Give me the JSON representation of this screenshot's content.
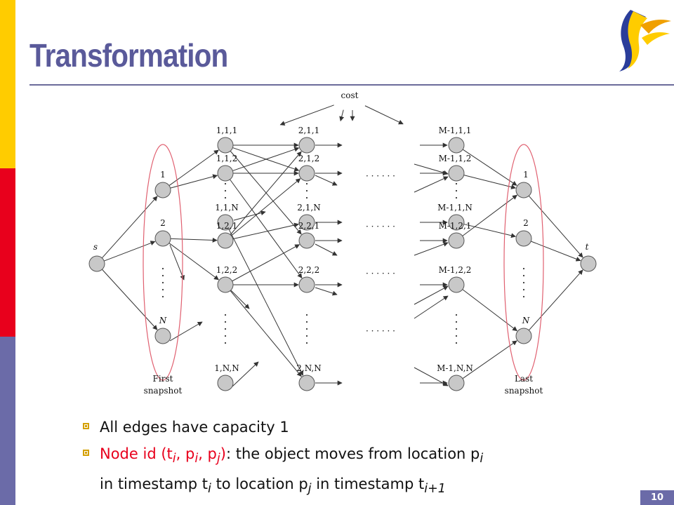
{
  "slide": {
    "title": "Transformation",
    "page_number": "10",
    "colors": {
      "yellow": "#ffcc00",
      "red": "#e8001c",
      "blue": "#6b6ba8",
      "title": "#5a5a9a"
    }
  },
  "diagram": {
    "cost": "cost",
    "source": "s",
    "sink": "t",
    "first_snapshot": [
      "First",
      "snapshot"
    ],
    "last_snapshot": [
      "Last",
      "snapshot"
    ],
    "first_nodes": [
      "1",
      "2",
      "N"
    ],
    "col1": [
      "1,1,1",
      "1,1,2",
      "1,1,N",
      "1,2,1",
      "1,2,2",
      "1,N,N"
    ],
    "col2": [
      "2,1,1",
      "2,1,2",
      "2,1,N",
      "2,2,1",
      "2,2,2",
      "2,N,N"
    ],
    "col3": [
      "M-1,1,1",
      "M-1,1,2",
      "M-1,1,N",
      "M-1,2,1",
      "M-1,2,2",
      "M-1,N,N"
    ],
    "last_nodes": [
      "1",
      "2",
      "N"
    ],
    "ellipsis": "· · · · · ·"
  },
  "bullets": {
    "b1": "All edges have capacity 1",
    "b2_red": "Node id (t",
    "b2_red_ti": "i",
    "b2_red_comma1": ", p",
    "b2_red_pi": "i",
    "b2_red_comma2": ", p",
    "b2_red_pj": "j",
    "b2_red_close": ")",
    "b2_black": ": the object moves from location p",
    "b2_black_sub": "i",
    "b3_a": "in timestamp t",
    "b3_a_sub": "i",
    "b3_b": " to location p",
    "b3_b_sub": "j",
    "b3_c": " in timestamp t",
    "b3_c_sub": "i+1"
  }
}
